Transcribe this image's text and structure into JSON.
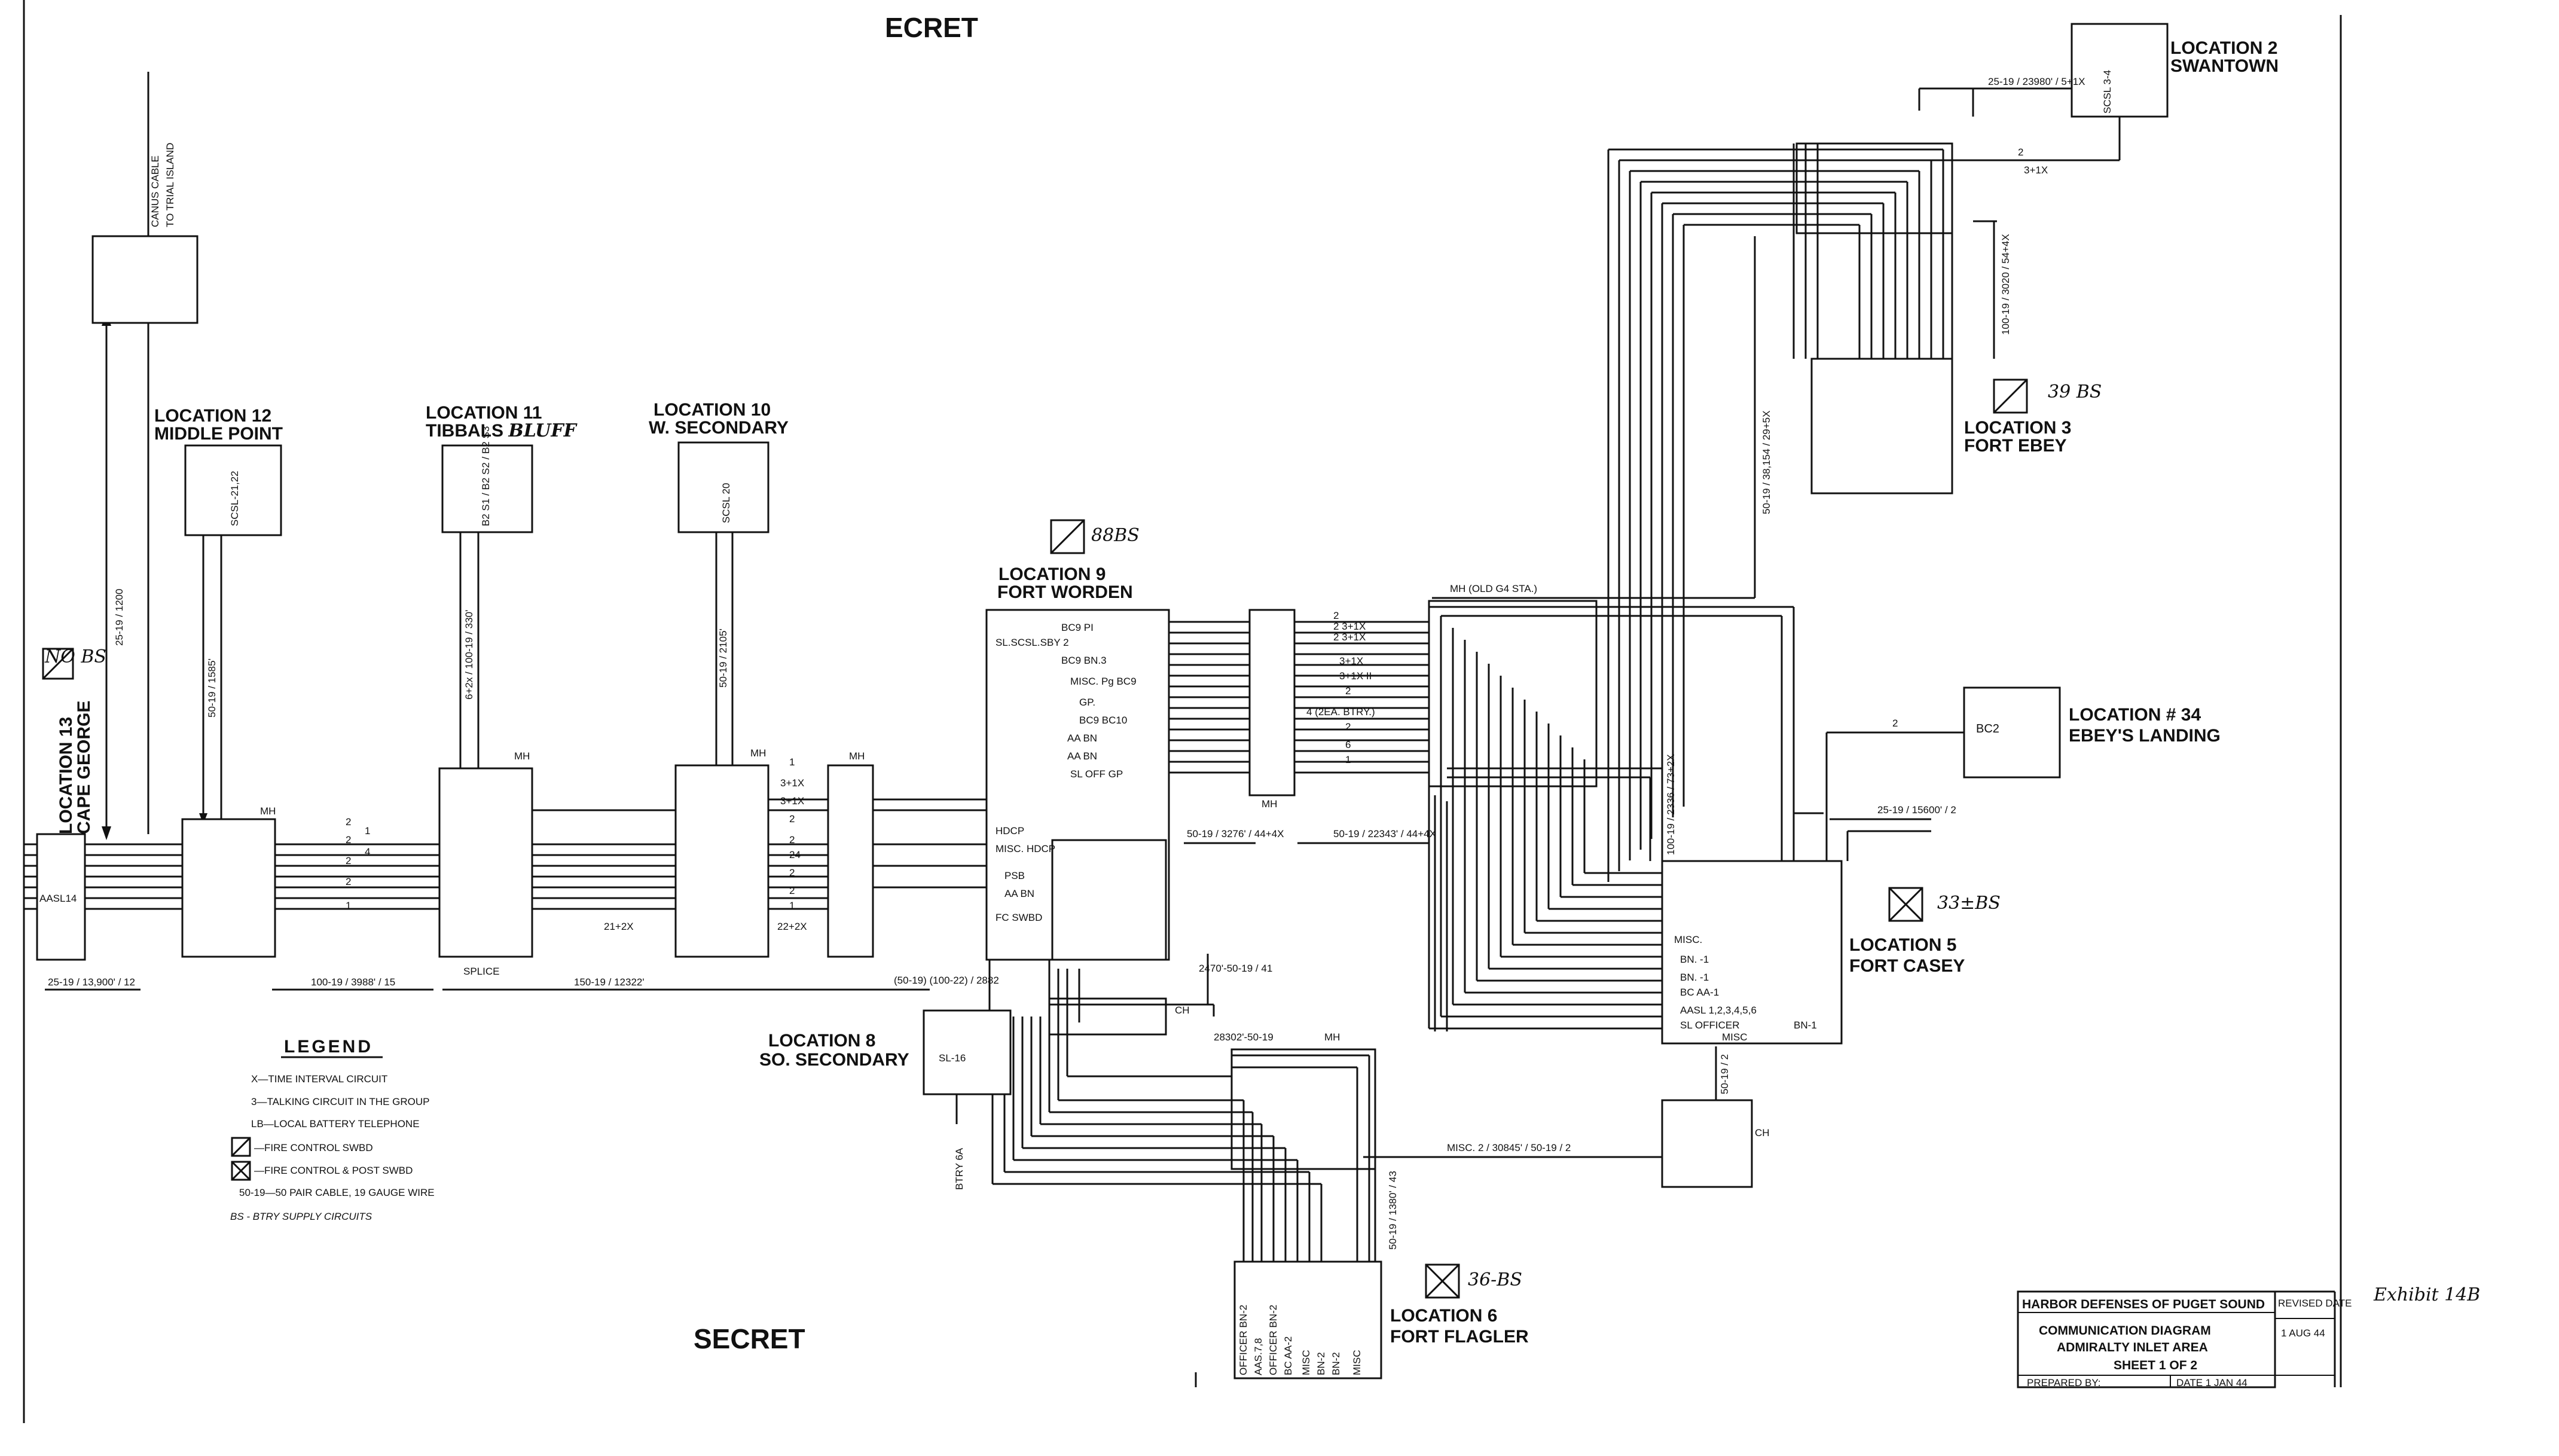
{
  "header_secret": "ECRET",
  "footer_secret": "SECRET",
  "locations": [
    {
      "id": "loc12",
      "line1": "LOCATION 12",
      "line2": "MIDDLE POINT",
      "box_label": "SCSL-21,22"
    },
    {
      "id": "loc11",
      "line1": "LOCATION 11",
      "line2": "TIBBALS",
      "line2_suffix": "BLUFF",
      "box_label": "B2 S1 / B2 S2 / B2 S3"
    },
    {
      "id": "loc10",
      "line1": "LOCATION 10",
      "line2": "W. SECONDARY",
      "box_label": "SCSL 20"
    },
    {
      "id": "loc9",
      "line1": "LOCATION 9",
      "line2": "FORT WORDEN",
      "tag": "88BS"
    },
    {
      "id": "loc2",
      "line1": "LOCATION 2",
      "line2": "SWANTOWN",
      "box_label": "SCSL 3-4"
    },
    {
      "id": "loc3",
      "line1": "LOCATION 3",
      "line2": "FORT EBEY",
      "tag": "39 BS"
    },
    {
      "id": "loc4",
      "line1": "LOCATION # 34",
      "line2": "EBEY'S LANDING",
      "box_label": "BC2"
    },
    {
      "id": "loc5",
      "line1": "LOCATION 5",
      "line2": "FORT CASEY",
      "tag": "33±BS"
    },
    {
      "id": "loc6",
      "line1": "LOCATION 6",
      "line2": "FORT FLAGLER",
      "tag": "36-BS"
    },
    {
      "id": "loc8",
      "line1": "LOCATION 8",
      "line2": "SO. SECONDARY",
      "box_label": "SL-16"
    },
    {
      "id": "loc13",
      "line1": "LOCATION 13",
      "line2": "CAPE GEORGE",
      "tag": "NO BS",
      "box_label": "AASL14"
    }
  ],
  "cable_labels": {
    "canus": "CANUS CABLE",
    "to_trial": "TO TRIAL ISLAND",
    "c_25_19_1200": "25-19 / 1200",
    "c_50_19_1585": "50-19 / 1585'",
    "c_6_2x_100_19_330": "6+2x / 100-19 / 330'",
    "c_50_19_2105": "50-19 / 2105'",
    "c_25_19_13900": "25-19 / 13,900' / 12",
    "c_100_19_3988": "100-19 / 3988' / 15",
    "c_150_19_12322": "150-19 / 12322'",
    "splice": "SPLICE",
    "c_50_19_2882": "(50-19) (100-22) / 2882",
    "c_50_19_3276": "50-19 / 3276' / 44+4X",
    "c_50_19_22343": "50-19 / 22343' / 44+4X",
    "c_2470_50_19": "2470'-50-19 / 41",
    "c_28302_50_19": "28302'-50-19",
    "c_100_19_2336": "100-19 / 2336 / 73+2X",
    "c_50_19_38154": "50-19 / 38,154 / 29+5X",
    "c_100_19_3020": "100-19 / 3020 / 54+4X",
    "c_25_19_23980": "25-19 / 23980' / 5+1X",
    "c_25_19_15600": "25-19 / 15600' / 2",
    "c_misc2_30845": "MISC. 2 / 30845' / 50-19 / 2",
    "c_50_19_2": "50-19 / 2",
    "c_50_19_1380": "50-19 / 1380' / 43",
    "mh_old": "MH (OLD G4 STA.)",
    "mh": "MH",
    "ch": "CH",
    "btry": "BTRY 6A",
    "x2_rx": "21+2X",
    "x22_2x": "22+2X"
  },
  "worden_labels": [
    "BC9 PI",
    "SL.SCSL.SBY 2",
    "BC9 BN.3",
    "MISC. Pg BC9",
    "GP.",
    "BC9 BC10",
    "AA BN",
    "AA BN",
    "SL OFF GP",
    "HDCP",
    "MISC. HDCP",
    "PSB",
    "AA BN",
    "FC SWBD"
  ],
  "casey_labels": [
    "MISC.",
    "BN. -1",
    "BN. -1",
    "BC AA-1",
    "AASL 1,2,3,4,5,6",
    "SL OFFICER",
    "MISC",
    "BN-1"
  ],
  "flagler_labels": [
    "OFFICER BN-2",
    "AAS.7,8",
    "OFFICER BN-2",
    "BC AA-2",
    "MISC",
    "BN-2",
    "BN-2",
    "MISC"
  ],
  "legend": {
    "title": "LEGEND",
    "items": [
      "X—TIME INTERVAL CIRCUIT",
      "3—TALKING CIRCUIT IN THE GROUP",
      "LB—LOCAL BATTERY TELEPHONE",
      "—FIRE CONTROL SWBD",
      "—FIRE CONTROL & POST SWBD",
      "50-19—50 PAIR CABLE, 19 GAUGE WIRE",
      "BS - BTRY SUPPLY CIRCUITS"
    ]
  },
  "title_block": {
    "org": "HARBOR DEFENSES OF PUGET SOUND",
    "title1": "COMMUNICATION DIAGRAM",
    "title2": "ADMIRALTY INLET AREA",
    "title3": "SHEET 1 OF 2",
    "revised": "REVISED DATE",
    "revised_date": "1 AUG 44",
    "prepared": "PREPARED BY:",
    "date": "DATE 1 JAN 44"
  },
  "exhibit": "Exhibit 14B"
}
